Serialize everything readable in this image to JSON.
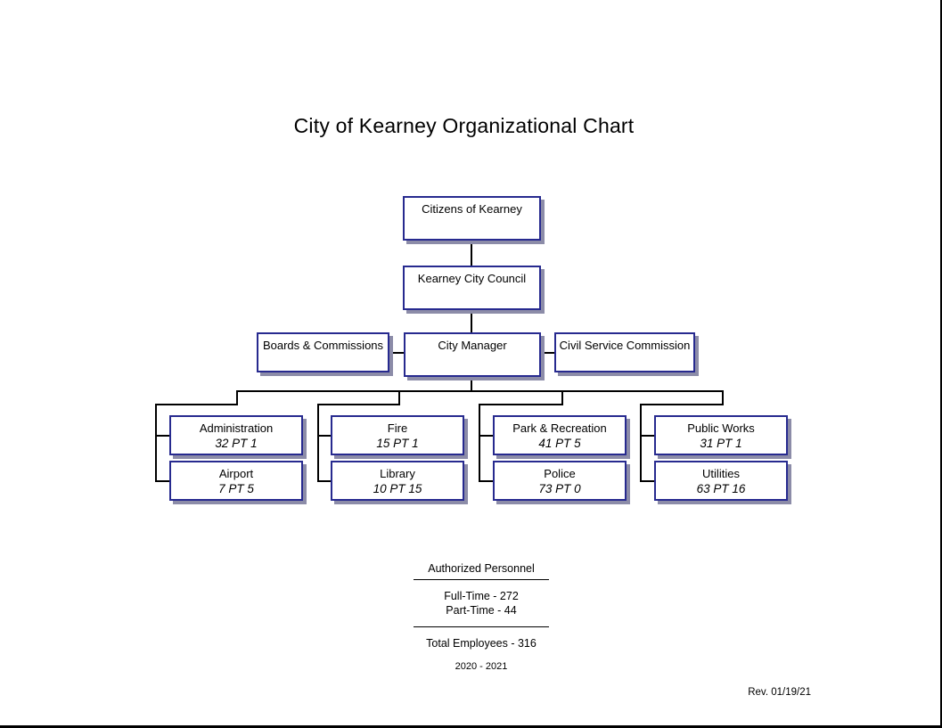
{
  "page": {
    "title": "City of Kearney Organizational Chart",
    "revision": "Rev.  01/19/21",
    "colors": {
      "box_border": "#272a8f",
      "box_shadow": "#8c8ca8",
      "connector": "#000000",
      "background": "#ffffff",
      "text": "#000000"
    }
  },
  "nodes": {
    "citizens": {
      "label": "Citizens of Kearney"
    },
    "council": {
      "label": "Kearney City Council"
    },
    "boards": {
      "label": "Boards & Commissions"
    },
    "city_manager": {
      "label": "City Manager"
    },
    "civil_service": {
      "label": "Civil Service Commission"
    }
  },
  "departments": [
    {
      "name": "Administration",
      "staffing": "32 PT 1",
      "full_time": 32,
      "part_time": 1,
      "column": 1,
      "row": 1
    },
    {
      "name": "Airport",
      "staffing": "7  PT 5",
      "full_time": 7,
      "part_time": 5,
      "column": 1,
      "row": 2
    },
    {
      "name": "Fire",
      "staffing": "15  PT 1",
      "full_time": 15,
      "part_time": 1,
      "column": 2,
      "row": 1
    },
    {
      "name": "Library",
      "staffing": "10  PT 15",
      "full_time": 10,
      "part_time": 15,
      "column": 2,
      "row": 2
    },
    {
      "name": "Park & Recreation",
      "staffing": "41  PT 5",
      "full_time": 41,
      "part_time": 5,
      "column": 3,
      "row": 1
    },
    {
      "name": "Police",
      "staffing": "73  PT 0",
      "full_time": 73,
      "part_time": 0,
      "column": 3,
      "row": 2
    },
    {
      "name": "Public Works",
      "staffing": "31 PT 1",
      "full_time": 31,
      "part_time": 1,
      "column": 4,
      "row": 1
    },
    {
      "name": "Utilities",
      "staffing": "63  PT 16",
      "full_time": 63,
      "part_time": 16,
      "column": 4,
      "row": 2
    }
  ],
  "legend": {
    "heading": "Authorized Personnel",
    "full_time": "Full-Time - 272",
    "part_time": "Part-Time - 44",
    "total": "Total Employees - 316",
    "year": "2020 - 2021"
  }
}
